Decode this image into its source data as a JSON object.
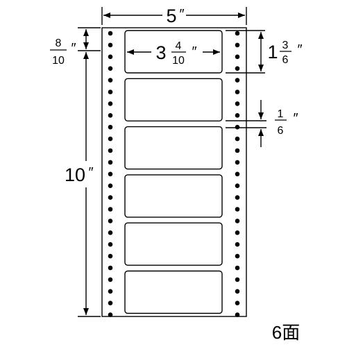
{
  "sheet": {
    "labels_per_sheet": 6,
    "pin_holes_per_side": 25
  },
  "dimensions": {
    "sheet_width": {
      "whole": "5",
      "unit": "″"
    },
    "label_width": {
      "whole": "3",
      "num": "4",
      "den": "10",
      "unit": "″"
    },
    "label_height": {
      "whole": "1",
      "num": "3",
      "den": "6",
      "unit": "″"
    },
    "label_gap": {
      "num": "1",
      "den": "6",
      "unit": "″"
    },
    "top_margin": {
      "num": "8",
      "den": "10",
      "unit": "″"
    },
    "sheet_height": {
      "whole": "10",
      "unit": "″"
    }
  },
  "count_text": "6面"
}
